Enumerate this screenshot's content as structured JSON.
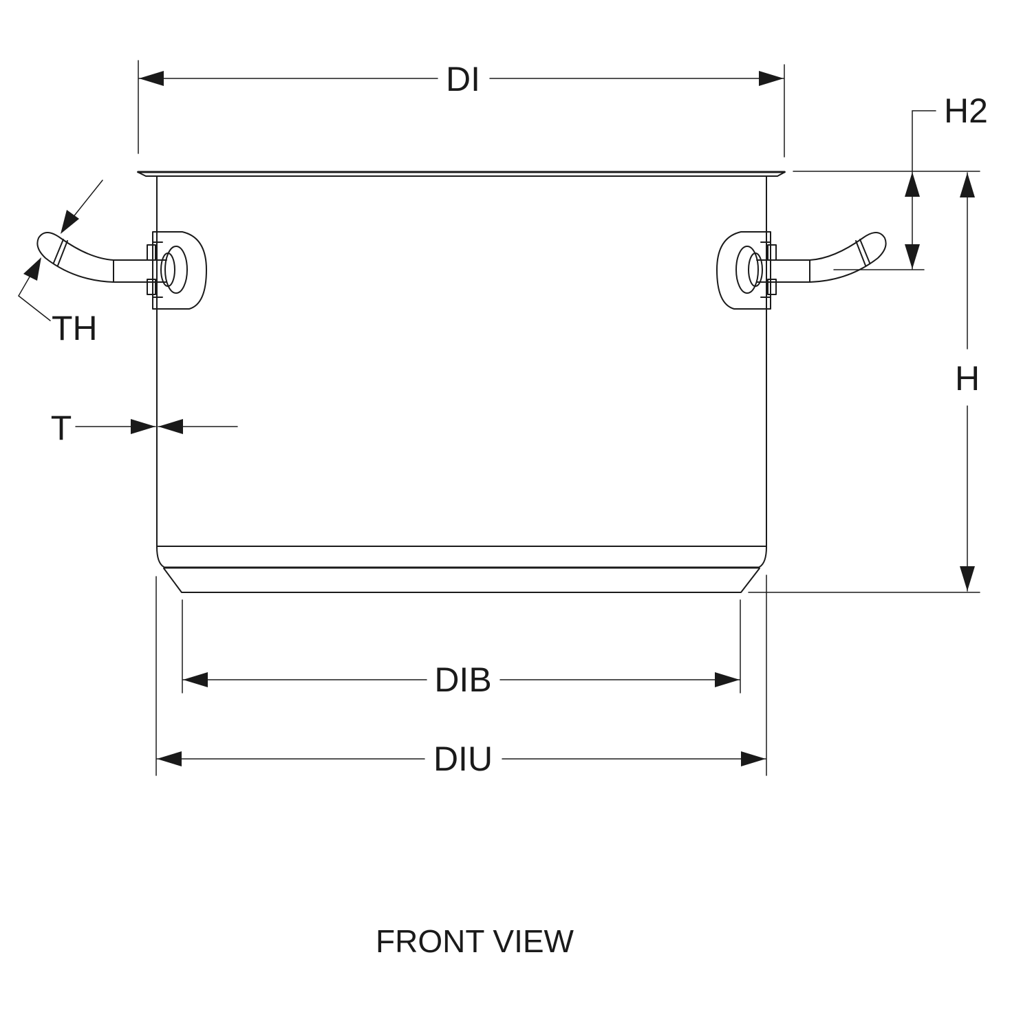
{
  "title": "FRONT VIEW",
  "dimensions": {
    "di": "DI",
    "h2": "H2",
    "h": "H",
    "th": "TH",
    "t": "T",
    "dib": "DIB",
    "diu": "DIU"
  }
}
